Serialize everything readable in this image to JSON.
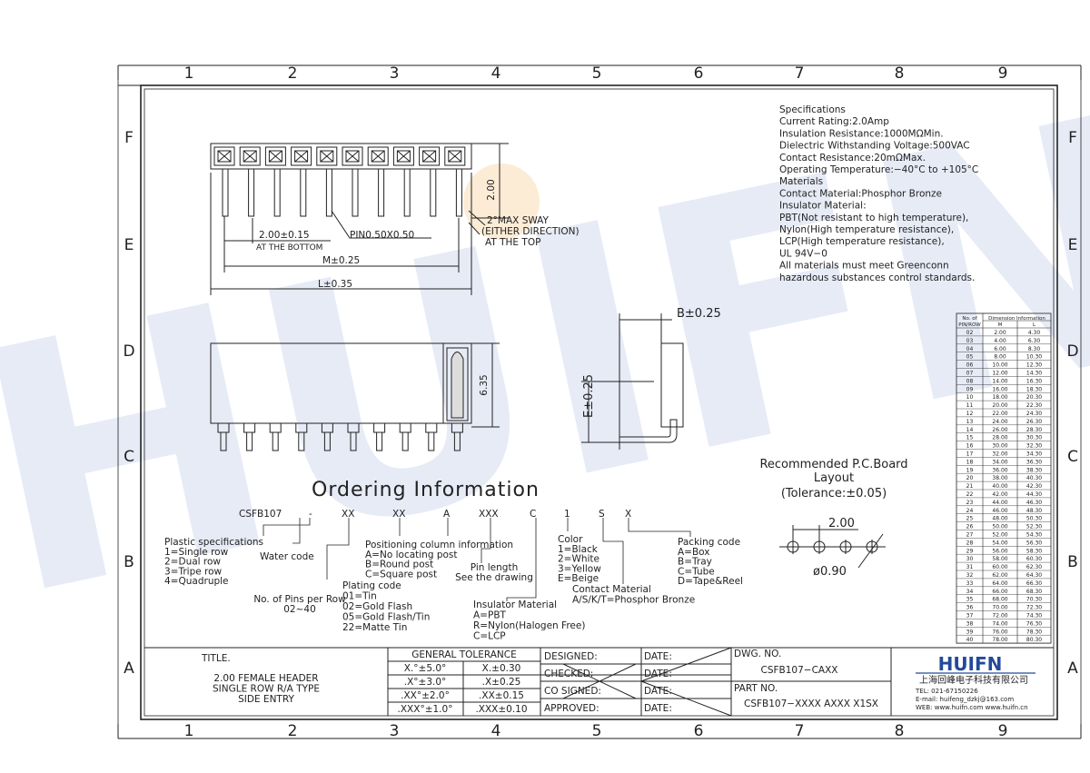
{
  "frame": {
    "columns": [
      "1",
      "2",
      "3",
      "4",
      "5",
      "6",
      "7",
      "8",
      "9"
    ],
    "rows": [
      "F",
      "E",
      "D",
      "C",
      "B",
      "A"
    ]
  },
  "watermark": "HUIFN",
  "specs": [
    "Specifications",
    "Current  Rating:2.0Amp",
    "Insulation  Resistance:1000MΩMin.",
    "Dielectric  Withstanding  Voltage:500VAC",
    "Contact  Resistance:20mΩMax.",
    "Operating  Temperature:−40°C  to  +105°C",
    "Materials",
    "Contact  Material:Phosphor Bronze",
    "Insulator  Material:",
    "PBT(Not  resistant  to  high  temperature),",
    "Nylon(High  temperature  resistance),",
    "LCP(High  temperature  resistance),",
    "UL  94V−0",
    "All  materials  must  meet  Greenconn",
    "hazardous  substances  control  standards."
  ],
  "top_view": {
    "dim_height": "2.00",
    "pitch": "2.00±0.15",
    "pitch_note": "AT THE BOTTOM",
    "pin": "PIN0.50X0.50",
    "m": "M±0.25",
    "l": "L±0.35",
    "sway_1": "2°MAX  SWAY",
    "sway_2": "(EITHER DIRECTION)",
    "sway_3": "AT  THE  TOP"
  },
  "front_view": {
    "dim": "6.35"
  },
  "side_view": {
    "b": "B±0.25",
    "e": "E±0.25"
  },
  "pcb": {
    "title_1": "Recommended  P.C.Board",
    "title_2": "Layout",
    "tolerance": "(Tolerance:±0.05)",
    "pitch": "2.00",
    "hole": "ø0.90"
  },
  "ordering": {
    "title": "Ordering  Information",
    "code": [
      "CSFB107",
      "-",
      "XX",
      "XX",
      "A",
      "XXX",
      "C",
      "1",
      "S",
      "X"
    ],
    "plastic": [
      "Plastic specifications",
      "1=Single row",
      "2=Dual row",
      "3=Tripe row",
      "4=Quadruple"
    ],
    "water": "Water code",
    "pins": [
      "No. of Pins per Row",
      "02~40"
    ],
    "plating": [
      "Plating code",
      "01=Tin",
      "02=Gold Flash",
      "05=Gold Flash/Tin",
      "22=Matte Tin"
    ],
    "positioning": [
      "Positioning column information",
      "A=No locating post",
      "B=Round post",
      "C=Square post"
    ],
    "pinlen": [
      "Pin  length",
      "See  the drawing"
    ],
    "insulator": [
      "Insulator Material",
      "A=PBT",
      "R=Nylon(Halogen Free)",
      "C=LCP"
    ],
    "color": [
      "Color",
      "1=Black",
      "2=White",
      "3=Yellow",
      "E=Beige"
    ],
    "contact": [
      "Contact  Material",
      "A/S/K/T=Phosphor  Bronze"
    ],
    "packing": [
      "Packing code",
      "A=Box",
      "B=Tray",
      "C=Tube",
      "D=Tape&Reel"
    ]
  },
  "dim_table": {
    "h1": "No. of",
    "h1b": "PIN/ROW",
    "h2": "Dimension Information",
    "hm": "M",
    "hl": "L",
    "rows": [
      [
        "02",
        "2.00",
        "4.30"
      ],
      [
        "03",
        "4.00",
        "6.30"
      ],
      [
        "04",
        "6.00",
        "8.30"
      ],
      [
        "05",
        "8.00",
        "10.30"
      ],
      [
        "06",
        "10.00",
        "12.30"
      ],
      [
        "07",
        "12.00",
        "14.30"
      ],
      [
        "08",
        "14.00",
        "16.30"
      ],
      [
        "09",
        "16.00",
        "18.30"
      ],
      [
        "10",
        "18.00",
        "20.30"
      ],
      [
        "11",
        "20.00",
        "22.30"
      ],
      [
        "12",
        "22.00",
        "24.30"
      ],
      [
        "13",
        "24.00",
        "26.30"
      ],
      [
        "14",
        "26.00",
        "28.30"
      ],
      [
        "15",
        "28.00",
        "30.30"
      ],
      [
        "16",
        "30.00",
        "32.30"
      ],
      [
        "17",
        "32.00",
        "34.30"
      ],
      [
        "18",
        "34.00",
        "36.30"
      ],
      [
        "19",
        "36.00",
        "38.30"
      ],
      [
        "20",
        "38.00",
        "40.30"
      ],
      [
        "21",
        "40.00",
        "42.30"
      ],
      [
        "22",
        "42.00",
        "44.30"
      ],
      [
        "23",
        "44.00",
        "46.30"
      ],
      [
        "24",
        "46.00",
        "48.30"
      ],
      [
        "25",
        "48.00",
        "50.30"
      ],
      [
        "26",
        "50.00",
        "52.30"
      ],
      [
        "27",
        "52.00",
        "54.30"
      ],
      [
        "28",
        "54.00",
        "56.30"
      ],
      [
        "29",
        "56.00",
        "58.30"
      ],
      [
        "30",
        "58.00",
        "60.30"
      ],
      [
        "31",
        "60.00",
        "62.30"
      ],
      [
        "32",
        "62.00",
        "64.30"
      ],
      [
        "33",
        "64.00",
        "66.30"
      ],
      [
        "34",
        "66.00",
        "68.30"
      ],
      [
        "35",
        "68.00",
        "70.30"
      ],
      [
        "36",
        "70.00",
        "72.30"
      ],
      [
        "37",
        "72.00",
        "74.30"
      ],
      [
        "38",
        "74.00",
        "76.30"
      ],
      [
        "39",
        "76.00",
        "78.30"
      ],
      [
        "40",
        "78.00",
        "80.30"
      ]
    ]
  },
  "title_block": {
    "title_label": "TITLE.",
    "title_lines": [
      "2.00  FEMALE  HEADER",
      "SINGLE  ROW  R/A  TYPE",
      "SIDE  ENTRY"
    ],
    "tol_header": "GENERAL  TOLERANCE",
    "tol": [
      [
        "X.°±5.0°",
        "X.±0.30"
      ],
      [
        ".X°±3.0°",
        ".X±0.25"
      ],
      [
        ".XX°±2.0°",
        ".XX±0.15"
      ],
      [
        ".XXX°±1.0°",
        ".XXX±0.10"
      ]
    ],
    "sign": [
      "DESIGNED:",
      "CHECKED:",
      "CO  SIGNED:",
      "APPROVED:"
    ],
    "date": "DATE:",
    "dwg_label": "DWG.  NO.",
    "dwg_value": "CSFB107−CAXX",
    "part_label": "PART  NO.",
    "part_value": "CSFB107−XXXX  AXXX  X1SX",
    "brand": "HUIFN",
    "company": "上海回峰电子科技有限公司",
    "tel": "TEL: 021-67150226",
    "email": "E-mail: huifeng_dzkj@163.com",
    "web": "WEB: www.huifn.com   www.huifn.cn"
  }
}
